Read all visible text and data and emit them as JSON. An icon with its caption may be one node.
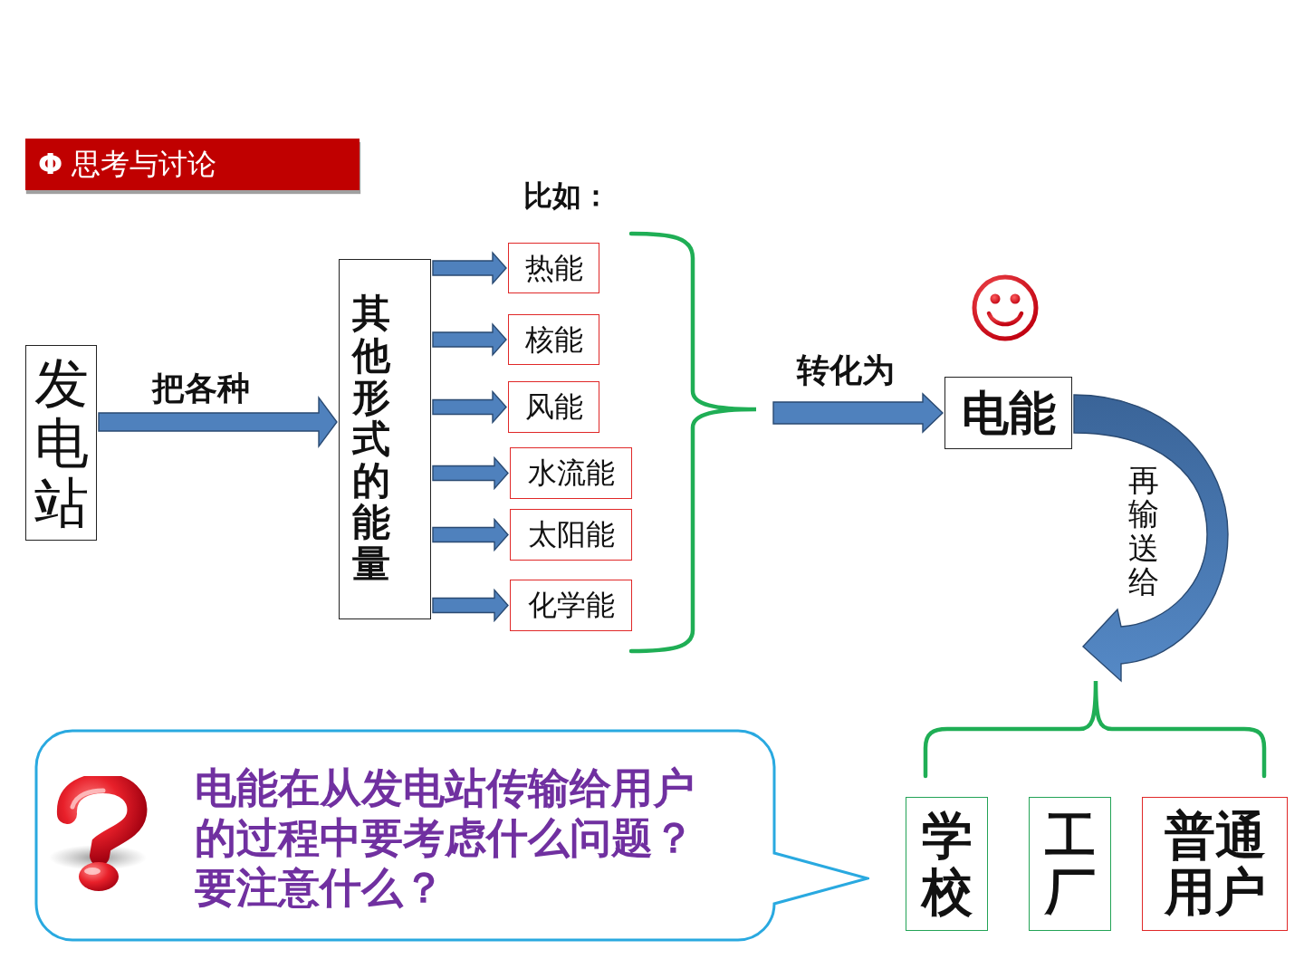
{
  "diagram": {
    "title": "**Φ** 思考与讨论",
    "nodes": [
      {
        "text": [
          "发电站"
        ]
      },
      {
        "text": [
          "其他形式的能量"
        ]
      },
      {
        "text": [
          "热能"
        ]
      },
      {
        "text": [
          "核能"
        ]
      },
      {
        "text": [
          "风能"
        ]
      },
      {
        "text": [
          "水流能"
        ]
      },
      {
        "text": [
          "太阳能"
        ]
      },
      {
        "text": [
          "化学能"
        ]
      },
      {
        "text": [
          "电能"
        ]
      },
      {
        "text": [
          "学校"
        ]
      },
      {
        "text": [
          "工厂"
        ]
      },
      {
        "text": [
          "普通用户"
        ]
      },
      {
        "text": [
          "电能在从发电站传输给用户的过程中要考虑什么问题？要注意什么？"
        ]
      }
    ],
    "edges": [
      {
        "from": 0,
        "to": 1,
        "arrow": "to",
        "label": "把各种"
      },
      {
        "from": 1,
        "to": 2,
        "arrow": "to"
      },
      {
        "from": 1,
        "to": 3,
        "arrow": "to"
      },
      {
        "from": 1,
        "to": 4,
        "arrow": "to"
      },
      {
        "from": 1,
        "to": 5,
        "arrow": "to"
      },
      {
        "from": 1,
        "to": 6,
        "arrow": "to"
      },
      {
        "from": 1,
        "to": 7,
        "arrow": "to"
      },
      {
        "from": null,
        "to": 8,
        "arrow": "to",
        "label": "转化为"
      },
      {
        "from": 8,
        "to": null,
        "arrow": "to",
        "label": "再输送给"
      }
    ],
    "labels": [
      "比如："
    ]
  }
}
